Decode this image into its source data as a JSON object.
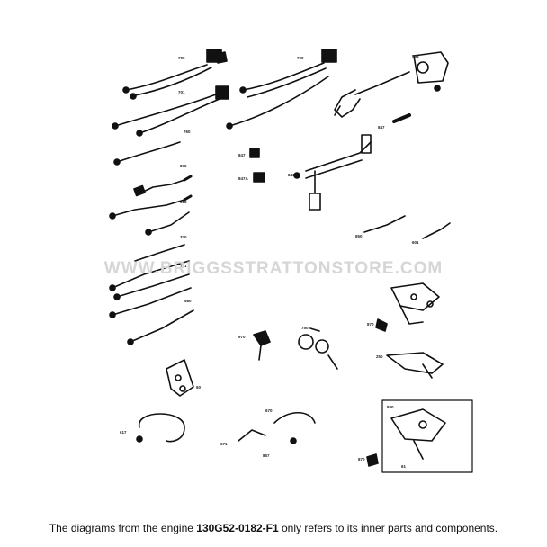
{
  "watermark": "WWW.BRIGGSSTRATTONSTORE.COM",
  "footer": {
    "prefix": "The diagrams from the engine ",
    "engine_model": "130G52-0182-F1",
    "suffix": " only refers to its inner parts and components."
  },
  "diagram": {
    "type": "exploded-parts-diagram",
    "line_color": "#111111"
  }
}
